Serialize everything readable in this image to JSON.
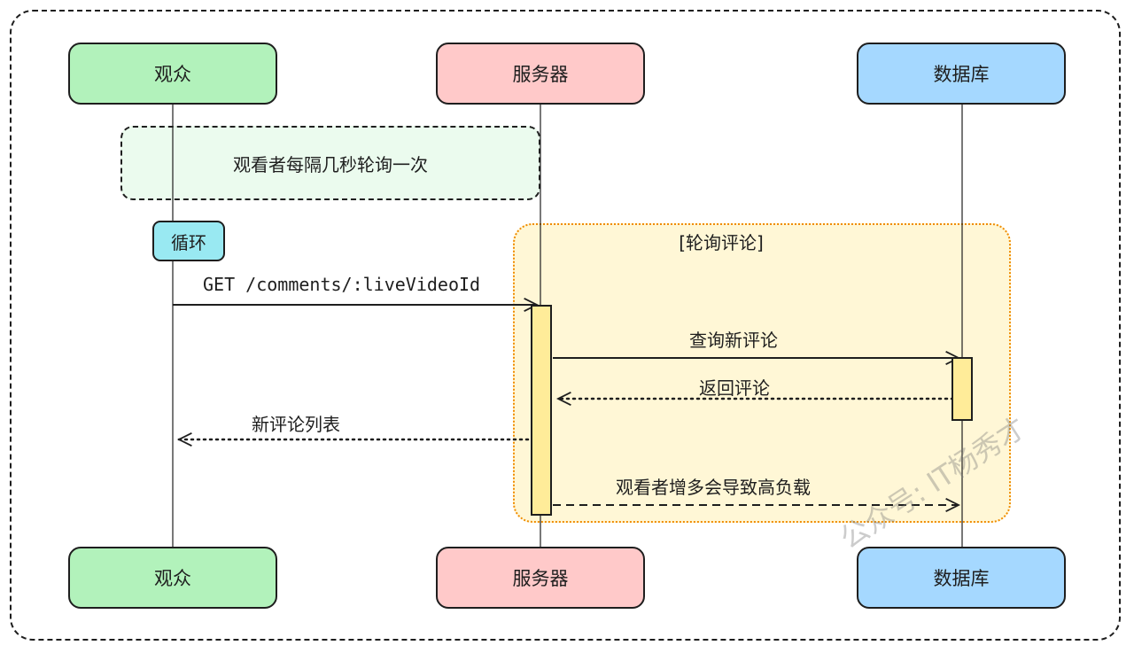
{
  "participants": {
    "viewer": "观众",
    "server": "服务器",
    "database": "数据库"
  },
  "note": "观看者每隔几秒轮询一次",
  "loop": {
    "badge": "循环",
    "label": "[轮询评论]"
  },
  "messages": {
    "get_comments": "GET /comments/:liveVideoId",
    "query_new": "查询新评论",
    "return_comments": "返回评论",
    "new_comment_list": "新评论列表",
    "high_load": "观看者增多会导致高负载"
  },
  "watermark": "公众号: IT杨秀才",
  "colors": {
    "viewer": "#b2f2bb",
    "server": "#ffc9c9",
    "database": "#a5d8ff",
    "loop_fill": "#fff7d6",
    "loop_border": "#f08c00",
    "activation": "#ffec99",
    "badge": "#99e9f2",
    "note": "#ebfbee"
  }
}
